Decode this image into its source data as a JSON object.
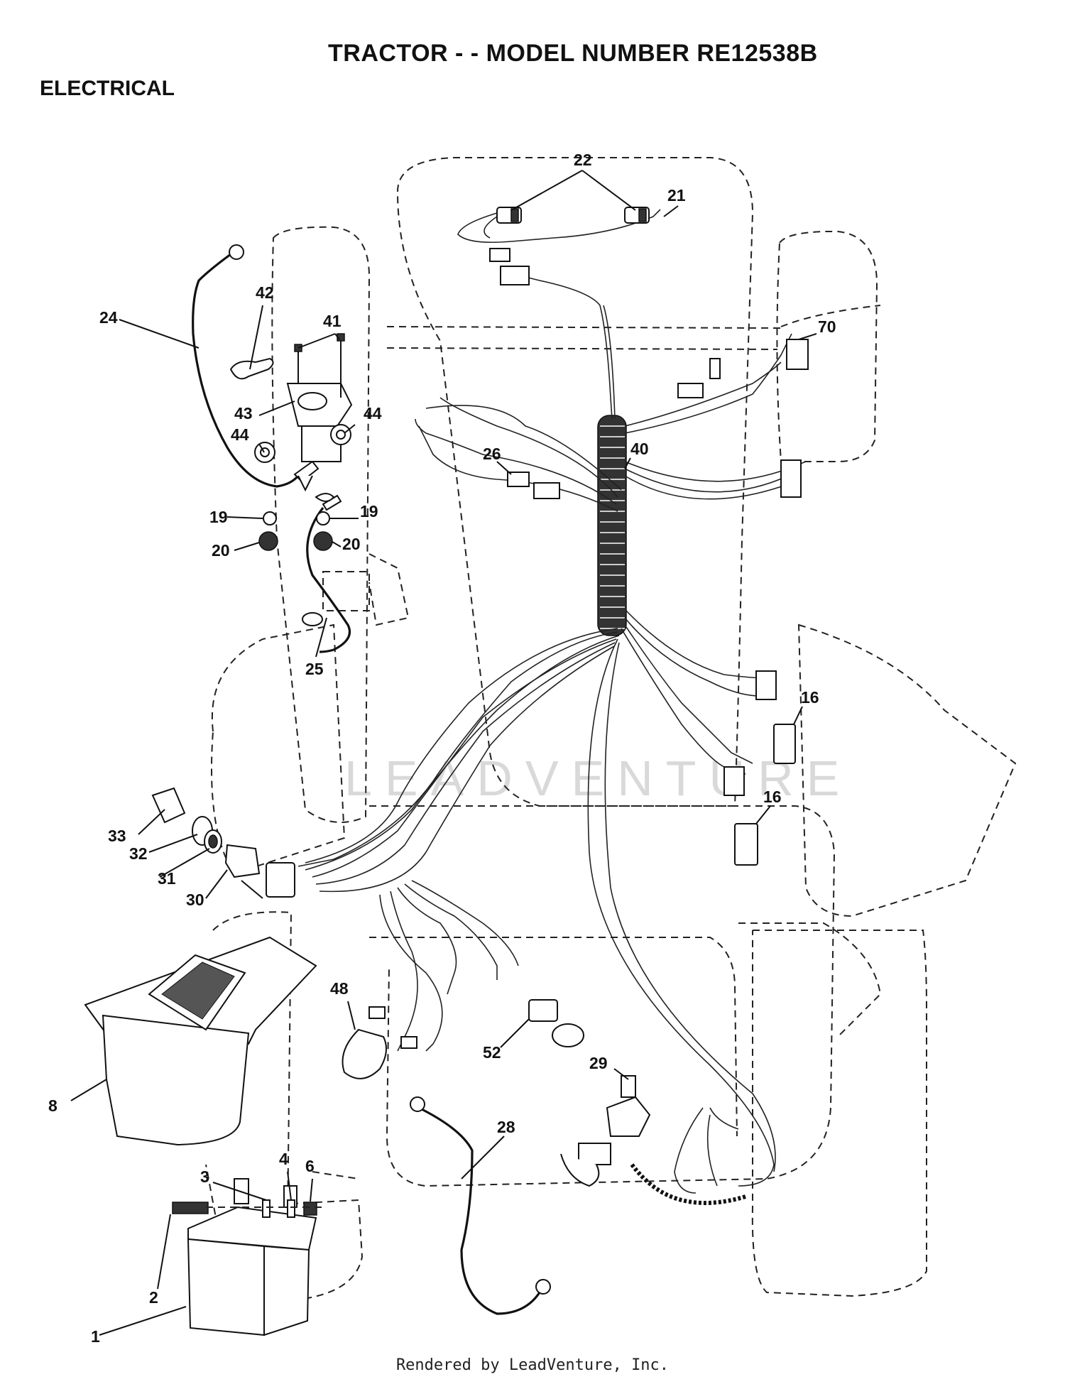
{
  "header": {
    "title": "TRACTOR - - MODEL NUMBER RE12538B",
    "section": "ELECTRICAL"
  },
  "watermark": "LEADVENTURE",
  "callouts": {
    "c1": "1",
    "c2": "2",
    "c3": "3",
    "c4": "4",
    "c6": "6",
    "c8": "8",
    "c16a": "16",
    "c16b": "16",
    "c19a": "19",
    "c19b": "19",
    "c20a": "20",
    "c20b": "20",
    "c21": "21",
    "c22": "22",
    "c24": "24",
    "c25": "25",
    "c26": "26",
    "c28": "28",
    "c29": "29",
    "c30": "30",
    "c31": "31",
    "c32": "32",
    "c33": "33",
    "c40": "40",
    "c41": "41",
    "c42": "42",
    "c43": "43",
    "c44a": "44",
    "c44b": "44",
    "c48": "48",
    "c52": "52",
    "c70": "70"
  },
  "footer": "Rendered by LeadVenture, Inc."
}
